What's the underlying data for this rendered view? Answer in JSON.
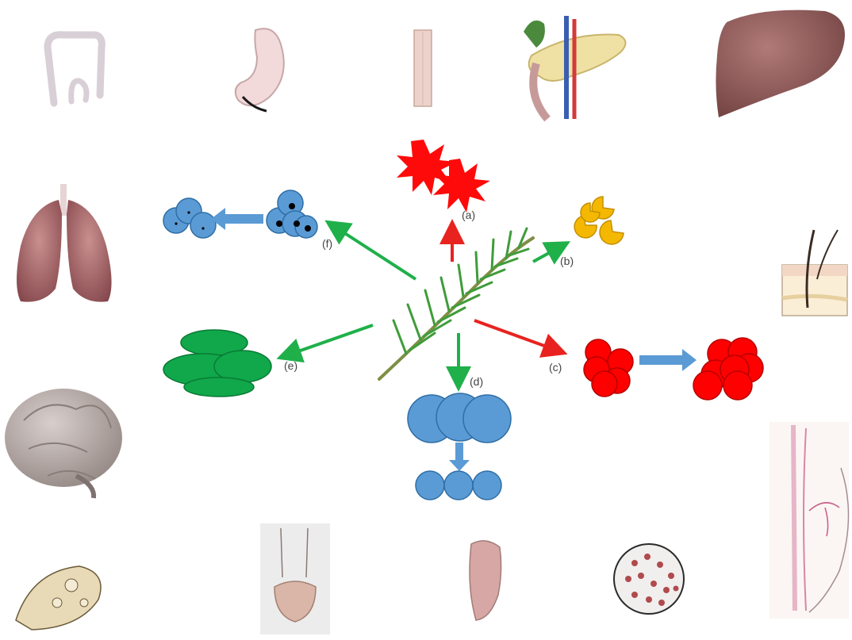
{
  "diagram": {
    "center": {
      "icon": "rosemary-sprig-icon"
    },
    "labels": {
      "a": "(a)",
      "b": "(b)",
      "c": "(c)",
      "d": "(d)",
      "e": "(e)",
      "f": "(f)"
    },
    "organs": [
      {
        "name": "colon-icon"
      },
      {
        "name": "stomach-icon"
      },
      {
        "name": "esophagus-icon"
      },
      {
        "name": "pancreas-icon"
      },
      {
        "name": "liver-icon"
      },
      {
        "name": "lungs-icon"
      },
      {
        "name": "skin-icon"
      },
      {
        "name": "brain-icon"
      },
      {
        "name": "breast-icon"
      },
      {
        "name": "ovary-icon"
      },
      {
        "name": "bladder-icon"
      },
      {
        "name": "prostate-icon"
      },
      {
        "name": "blood-cells-icon"
      }
    ],
    "colors": {
      "arrow_green": "#1fb04a",
      "arrow_red": "#e8231f",
      "arrow_blue": "#5b9bd5",
      "cell_blue": "#5b9bd5",
      "cell_red": "#ff0000",
      "cell_green": "#10a84a",
      "cell_yellow": "#f5b800"
    }
  }
}
